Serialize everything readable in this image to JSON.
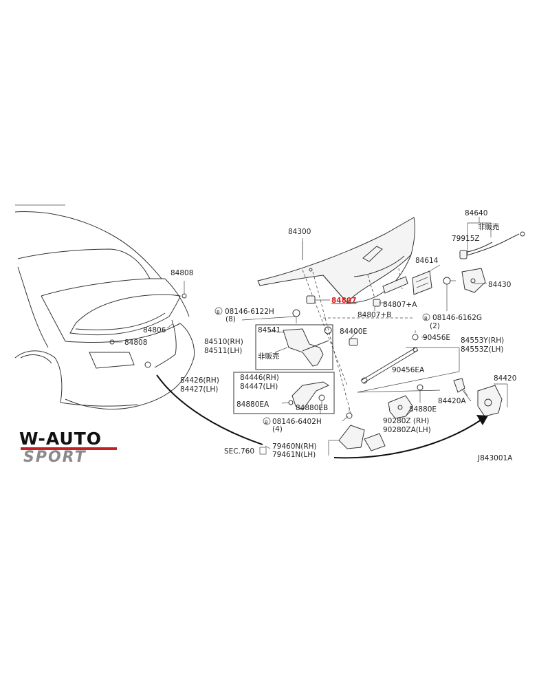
{
  "diagram": {
    "ref_code": "J843001A",
    "section": "SEC.760",
    "not_sold": "非販売",
    "parts": {
      "p84300": "84300",
      "p84640": "84640",
      "p79915Z": "79915Z",
      "p84614": "84614",
      "p84430": "84430",
      "p84807": "84807",
      "p84807A": "84807+A",
      "p84807B": "84807+B",
      "p84808_top": "84808",
      "p84806": "84806",
      "p84808": "84808",
      "b6122H": "08146-6122H",
      "b6122H_qty": "(8)",
      "b6162G": "08146-6162G",
      "b6162G_qty": "(2)",
      "p84541": "84541",
      "p84400E": "84400E",
      "p90456E": "90456E",
      "p84553Y": "84553Y(RH)",
      "p84553Z": "84553Z(LH)",
      "p84510": "84510(RH)",
      "p84511": "84511(LH)",
      "p90456EA": "90456EA",
      "p84426": "84426(RH)",
      "p84427": "84427(LH)",
      "p84446": "84446(RH)",
      "p84447": "84447(LH)",
      "p84880EA": "84880EA",
      "p84880EB": "84880EB",
      "p84880E": "84880E",
      "p84420A": "84420A",
      "p84420": "84420",
      "p90280Z": "90280Z (RH)",
      "p90280ZA": "90280ZA(LH)",
      "b6402H": "08146-6402H",
      "b6402H_qty": "(4)",
      "p79460N": "79460N(RH)",
      "p79461N": "79461N(LH)"
    }
  },
  "logo": {
    "top": "W-AUTO",
    "bottom": "SPORT",
    "accent_color": "#c62026",
    "text_color": "#111111",
    "secondary_color": "#8a8a8a"
  }
}
